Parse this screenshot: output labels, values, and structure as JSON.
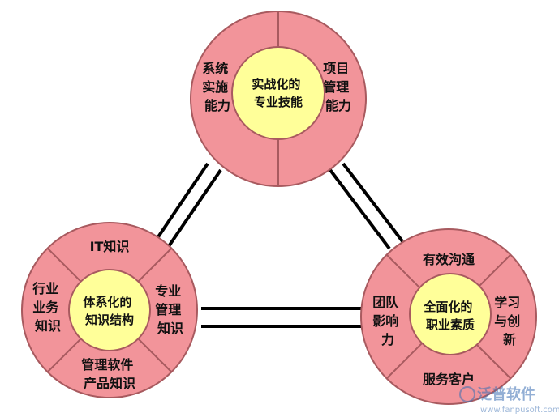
{
  "diagram": {
    "top": {
      "core": [
        "实战化的",
        "专业技能"
      ],
      "left": [
        "系统",
        "实施",
        "能力"
      ],
      "right": [
        "项目",
        "管理",
        "能力"
      ]
    },
    "left": {
      "core": [
        "体系化的",
        "知识结构"
      ],
      "top": [
        "IT知识"
      ],
      "left": [
        "行业",
        "业务",
        "知识"
      ],
      "right": [
        "专业",
        "管理",
        "知识"
      ],
      "bottom": [
        "管理软件",
        "产品知识"
      ]
    },
    "right": {
      "core": [
        "全面化的",
        "职业素质"
      ],
      "top": [
        "有效沟通"
      ],
      "left": [
        "团队",
        "影响",
        "力"
      ],
      "right": [
        "学习",
        "与创",
        "新"
      ],
      "bottom": [
        "服务客户"
      ]
    }
  },
  "watermark": {
    "brand": "泛普软件",
    "url": "www.fanpusoft.com"
  },
  "colors": {
    "ring_fill": "#f2949a",
    "ring_stroke": "#a85a5f",
    "core_fill": "#ffff99",
    "line": "#000000"
  }
}
